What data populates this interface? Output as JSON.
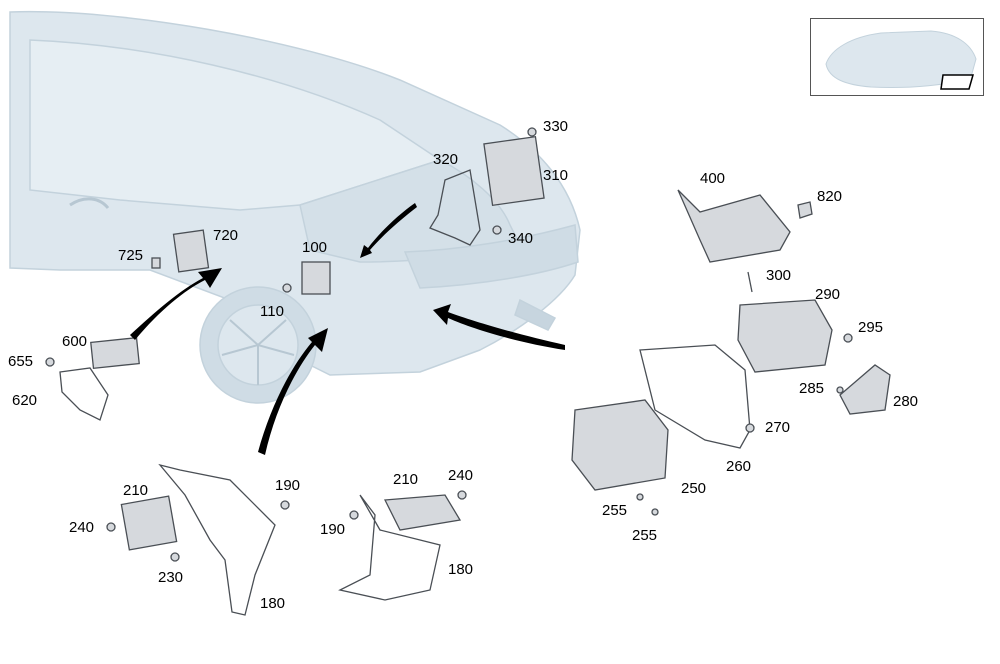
{
  "labels": {
    "l100": "100",
    "l110": "110",
    "l180a": "180",
    "l180b": "180",
    "l190a": "190",
    "l190b": "190",
    "l210a": "210",
    "l210b": "210",
    "l230": "230",
    "l240a": "240",
    "l240b": "240",
    "l250": "250",
    "l255a": "255",
    "l255b": "255",
    "l260": "260",
    "l270": "270",
    "l280": "280",
    "l285": "285",
    "l290": "290",
    "l295": "295",
    "l300": "300",
    "l310": "310",
    "l320": "320",
    "l330": "330",
    "l340": "340",
    "l400": "400",
    "l600": "600",
    "l620": "620",
    "l655": "655",
    "l720": "720",
    "l725": "725",
    "l820": "820"
  },
  "colors": {
    "car_body": "#dde7ee",
    "car_edge": "#c3d2dc",
    "part_fill": "#d6d9dd",
    "part_edge": "#4a4f55",
    "arrow": "#000000"
  }
}
